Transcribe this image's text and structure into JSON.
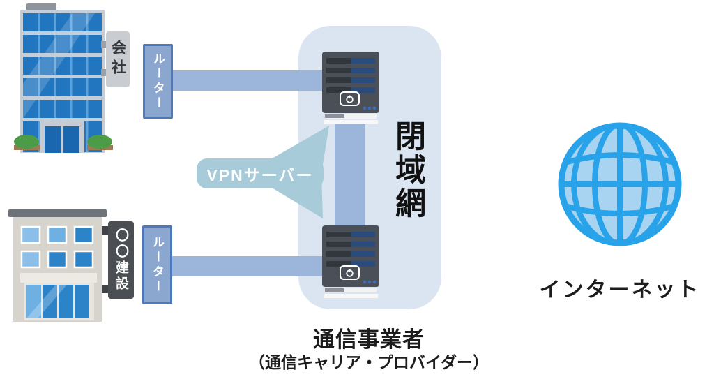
{
  "diagram_type": "vpn-closed-network-diagram",
  "office_building": {
    "sign_label": "会社",
    "icon": "office-building-icon"
  },
  "construction_building": {
    "sign_label": "〇〇建設",
    "icon": "construction-building-icon"
  },
  "routers": {
    "top_label": "ルーター",
    "bottom_label": "ルーター"
  },
  "vpn_callout": {
    "label": "VPNサーバー"
  },
  "closed_network": {
    "label": "閉域網"
  },
  "carrier": {
    "title": "通信事業者",
    "subtitle": "（通信キャリア・プロバイダー）"
  },
  "internet": {
    "label": "インターネット",
    "icon": "globe-icon"
  },
  "icons": {
    "server": "server-tower-icon",
    "power_button": "power-icon",
    "globe": "globe-icon",
    "office_building": "office-building-icon",
    "construction_building": "construction-building-icon"
  },
  "colors": {
    "background": "#ffffff",
    "closed_network_panel": "#dbe5f1",
    "connector": "#9cb5da",
    "router_fill": "#8ba6cf",
    "router_border": "#4d79ba",
    "router_text": "#ffffff",
    "vpn_callout_fill": "#a7cbd8",
    "vpn_callout_text": "#ffffff",
    "server_body": "#4a4f58",
    "server_slot_dark": "#32363d",
    "server_slot_blue": "#2a4c7d",
    "globe_fill": "#a9d4f1",
    "globe_stroke": "#28a2e8",
    "office_sign_fill": "#c9cdd2",
    "office_sign_text": "#34383c",
    "construction_sign_fill": "#4b4e53",
    "construction_sign_text": "#ffffff",
    "building_glass_blue": "#2176bf",
    "label_text": "#1c1c1c"
  }
}
